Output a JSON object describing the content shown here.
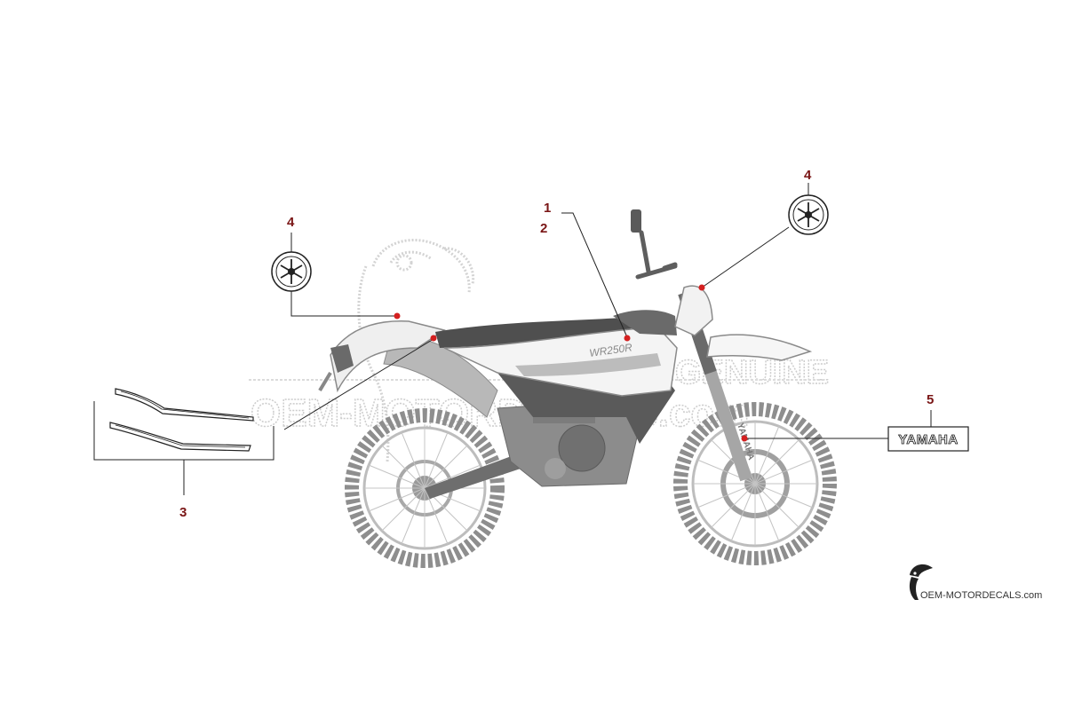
{
  "callouts": {
    "c1": "1",
    "c2": "2",
    "c3": "3",
    "c4_left": "4",
    "c4_right": "4",
    "c5": "5"
  },
  "decal": {
    "yamaha_label": "YAMAHA",
    "bike_model": "WR250R"
  },
  "watermark": {
    "line1": "GENUINE",
    "line2": "OEM-MOTORDECALS.com"
  },
  "logo": {
    "text": "OEM-MOTORDECALS.com"
  },
  "colors": {
    "callout": "#7a1616",
    "marker": "#d42020",
    "bike": "#8a8a8a"
  }
}
